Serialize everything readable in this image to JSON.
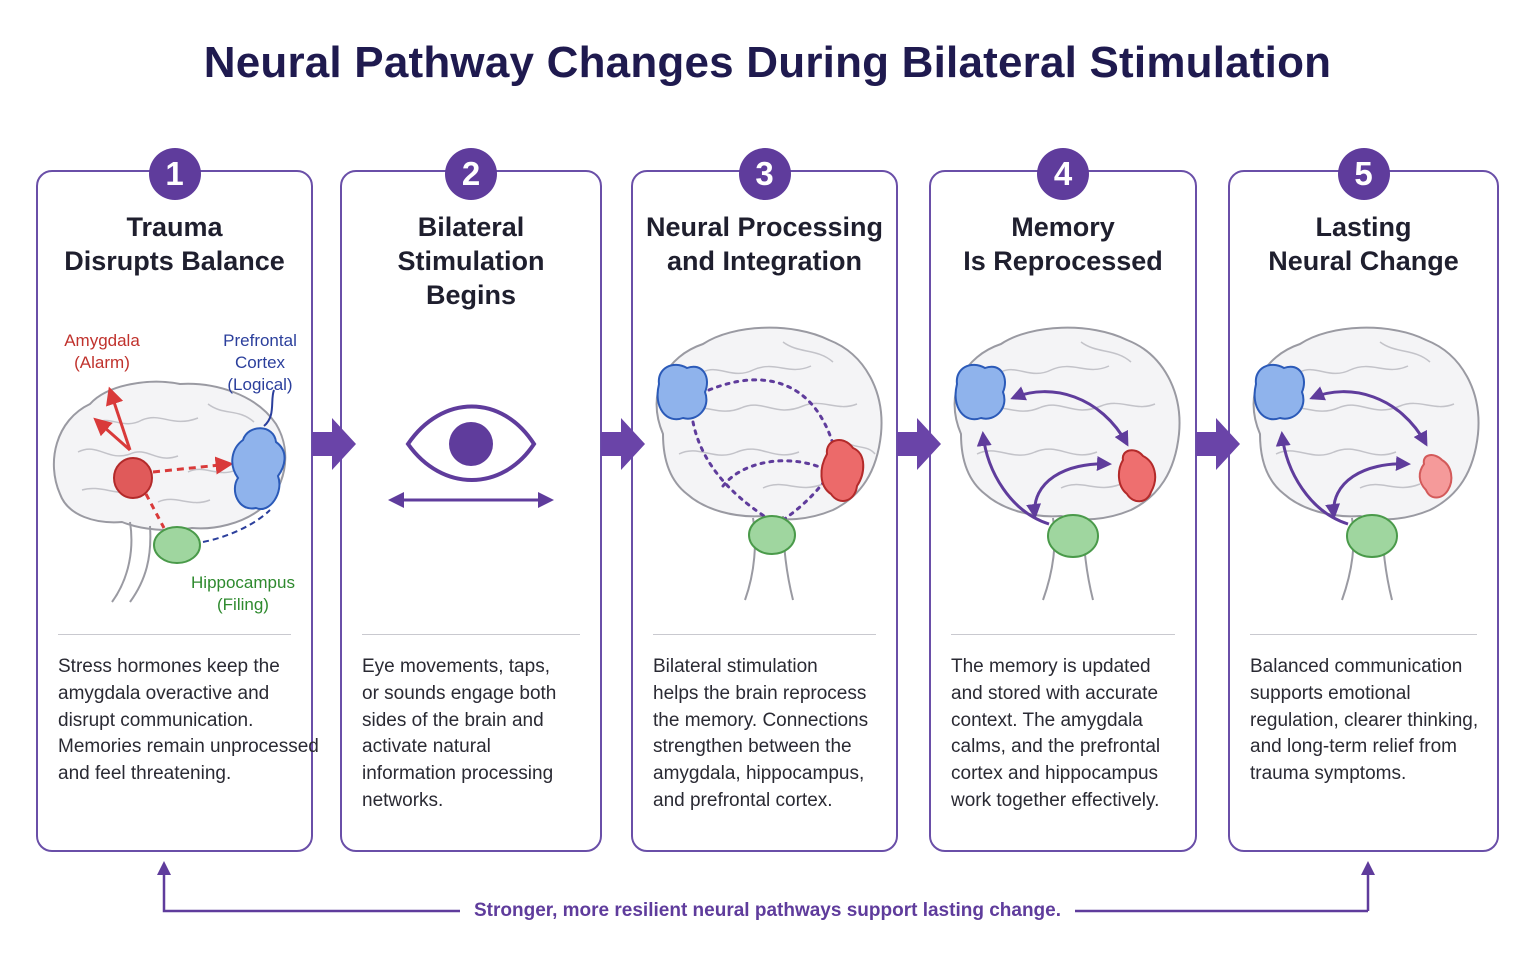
{
  "title": "Neural Pathway Changes During Bilateral Stimulation",
  "colors": {
    "accent": "#5f3c9c",
    "amygdala": "#e05a5a",
    "prefrontal": "#6f9fe0",
    "hippocampus": "#8fcf8f",
    "title": "#1f1a4f"
  },
  "steps": [
    {
      "number": "1",
      "title_lines": [
        "Trauma",
        "Disrupts Balance"
      ],
      "labels": {
        "amygdala": [
          "Amygdala",
          "(Alarm)"
        ],
        "prefrontal": [
          "Prefrontal",
          "Cortex",
          "(Logical)"
        ],
        "hippocampus": [
          "Hippocampus",
          "(Filing)"
        ]
      },
      "desc_lines": [
        "Stress hormones keep the",
        "amygdala overactive and",
        "disrupt communication.",
        "Memories remain unprocessed",
        "and feel threatening."
      ]
    },
    {
      "number": "2",
      "title_lines": [
        "Bilateral",
        "Stimulation",
        "Begins"
      ],
      "icon": "eye-icon",
      "desc_lines": [
        "Eye movements, taps,",
        "or sounds engage both",
        "sides of the brain and",
        "activate natural",
        "information processing",
        "networks."
      ]
    },
    {
      "number": "3",
      "title_lines": [
        "Neural Processing",
        "and Integration"
      ],
      "desc_lines": [
        "Bilateral stimulation",
        "helps the brain reprocess",
        "the memory. Connections",
        "strengthen between the",
        "amygdala, hippocampus,",
        "and prefrontal cortex."
      ]
    },
    {
      "number": "4",
      "title_lines": [
        "Memory",
        "Is Reprocessed"
      ],
      "desc_lines": [
        "The memory is updated",
        "and stored with accurate",
        "context. The amygdala",
        "calms, and the prefrontal",
        "cortex and hippocampus",
        "work together effectively."
      ]
    },
    {
      "number": "5",
      "title_lines": [
        "Lasting",
        "Neural Change"
      ],
      "desc_lines": [
        "Balanced communication",
        "supports emotional",
        "regulation, clearer thinking,",
        "and long-term relief from",
        "trauma symptoms."
      ]
    }
  ],
  "footer": "Stronger, more resilient neural pathways support lasting change."
}
